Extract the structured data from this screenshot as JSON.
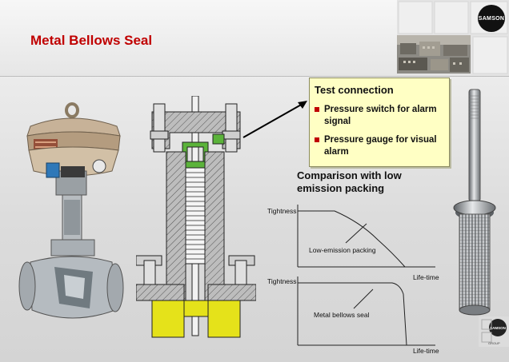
{
  "slide": {
    "title": "Metal Bellows Seal",
    "brand_logo_text": "SAMSON",
    "group_logo_text": "GROUP",
    "accent_color": "#c00000"
  },
  "callout": {
    "title": "Test connection",
    "items": [
      "Pressure switch for alarm signal",
      "Pressure gauge for visual alarm"
    ]
  },
  "comparison": {
    "title": "Comparison with low emission packing",
    "chart_top": {
      "ylabel": "Tightness",
      "xlabel": "Life-time",
      "curve_label": "Low-emission packing"
    },
    "chart_bottom": {
      "ylabel": "Tightness",
      "xlabel": "Life-time",
      "curve_label": "Metal bellows seal"
    }
  }
}
